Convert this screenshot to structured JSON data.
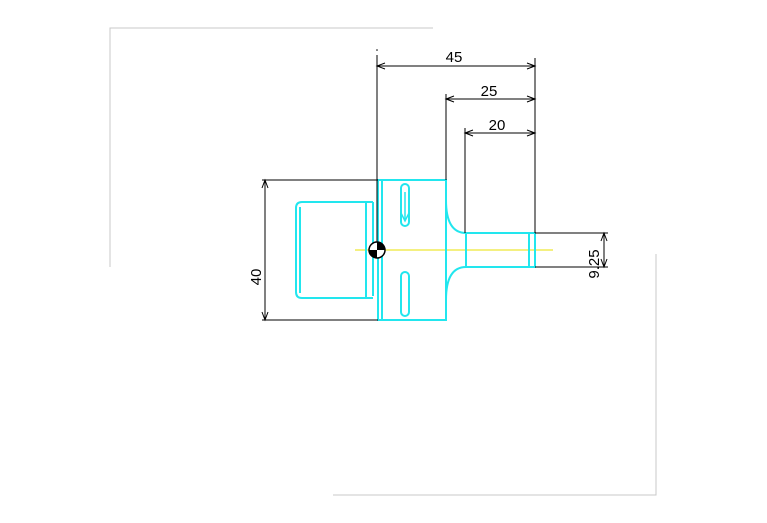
{
  "drawing": {
    "dimensions": {
      "overall_45": "45",
      "step_25": "25",
      "step_20": "20",
      "height_40": "40",
      "radius_9_25": "9.25"
    },
    "colors": {
      "part_outline": "#22e6ee",
      "dimension_lines": "#000000",
      "center_axis": "#e8e000",
      "sheet_border": "#c8c8c8",
      "background": "#ffffff"
    },
    "icons": {
      "origin_marker": "origin-target-icon",
      "flow_arrow": "down-arrow-icon"
    }
  }
}
